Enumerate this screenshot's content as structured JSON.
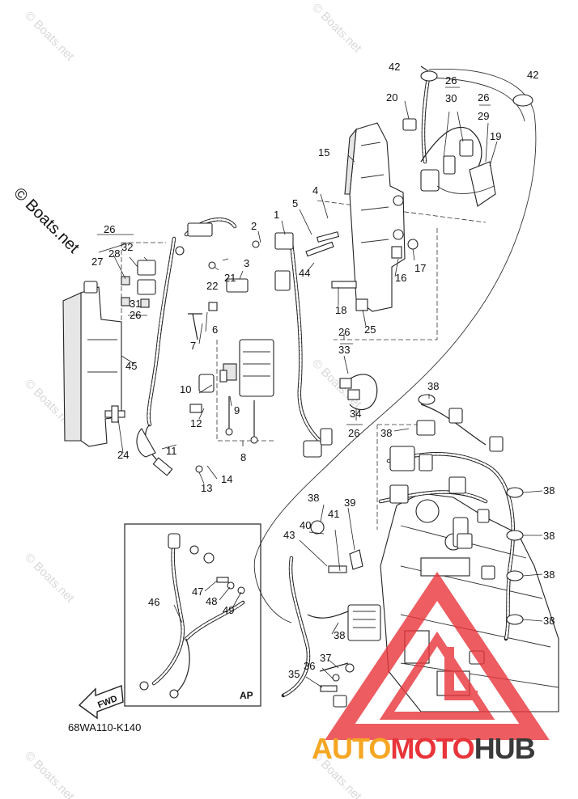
{
  "diagram": {
    "watermark_main": "© Boats.net",
    "watermark_small": "© Boats.net",
    "part_code": "68WA110-K140",
    "fwd_label": "FWD",
    "ap_label": "AP",
    "brand": {
      "part1": "AUTO",
      "part2": "MOTO",
      "part3": "HUB",
      "color_orange": "#f5a623",
      "color_red": "#e8343a",
      "color_dark": "#3a3a3a"
    },
    "callouts": {
      "c1": "1",
      "c2": "2",
      "c3": "3",
      "c4": "4",
      "c5": "5",
      "c6": "6",
      "c7": "7",
      "c8": "8",
      "c9": "9",
      "c10": "10",
      "c11": "11",
      "c12": "12",
      "c13": "13",
      "c14": "14",
      "c15": "15",
      "c16": "16",
      "c17": "17",
      "c18": "18",
      "c19": "19",
      "c20": "20",
      "c21": "21",
      "c22": "22",
      "c24": "24",
      "c25": "25",
      "c26a": "26",
      "c26b": "26",
      "c26c": "26",
      "c26d": "26",
      "c26e": "26",
      "c26f": "26",
      "c27": "27",
      "c28": "28",
      "c29": "29",
      "c30": "30",
      "c31": "31",
      "c32": "32",
      "c33": "33",
      "c34": "34",
      "c35": "35",
      "c36": "36",
      "c37": "37",
      "c38a": "38",
      "c38b": "38",
      "c38c": "38",
      "c38d": "38",
      "c38e": "38",
      "c38f": "38",
      "c38g": "38",
      "c38h": "38",
      "c39": "39",
      "c40": "40",
      "c41": "41",
      "c42a": "42",
      "c42b": "42",
      "c43": "43",
      "c44": "44",
      "c45": "45",
      "c46": "46",
      "c47": "47",
      "c48": "48",
      "c49": "49"
    }
  }
}
